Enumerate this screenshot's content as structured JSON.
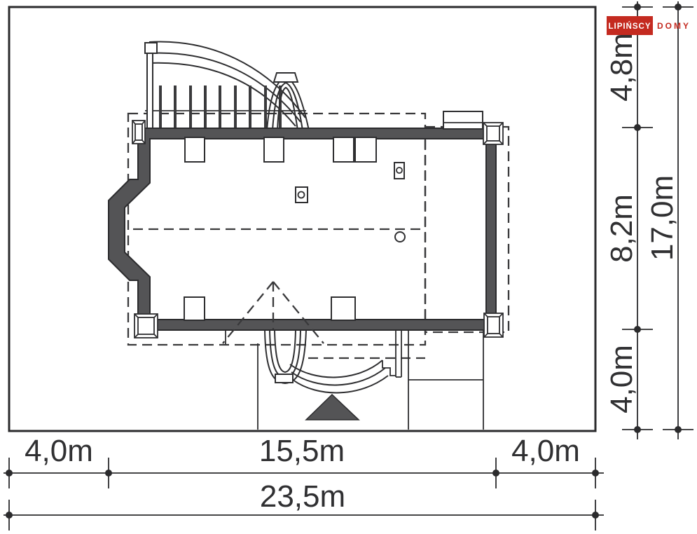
{
  "logo": {
    "brand": "LIPIŃSCY",
    "word": "DOMY",
    "box_color": "#c42a20"
  },
  "dimensions": {
    "bottom": {
      "left": "4,0m",
      "middle": "15,5m",
      "right": "4,0m",
      "total": "23,5m"
    },
    "right": {
      "top": "4,8m",
      "middle": "8,2m",
      "bottom": "4,0m",
      "total": "17,0m"
    }
  },
  "colors": {
    "accent_red": "#c42a20",
    "wall_fill": "#545456",
    "line": "#2e2e30"
  }
}
